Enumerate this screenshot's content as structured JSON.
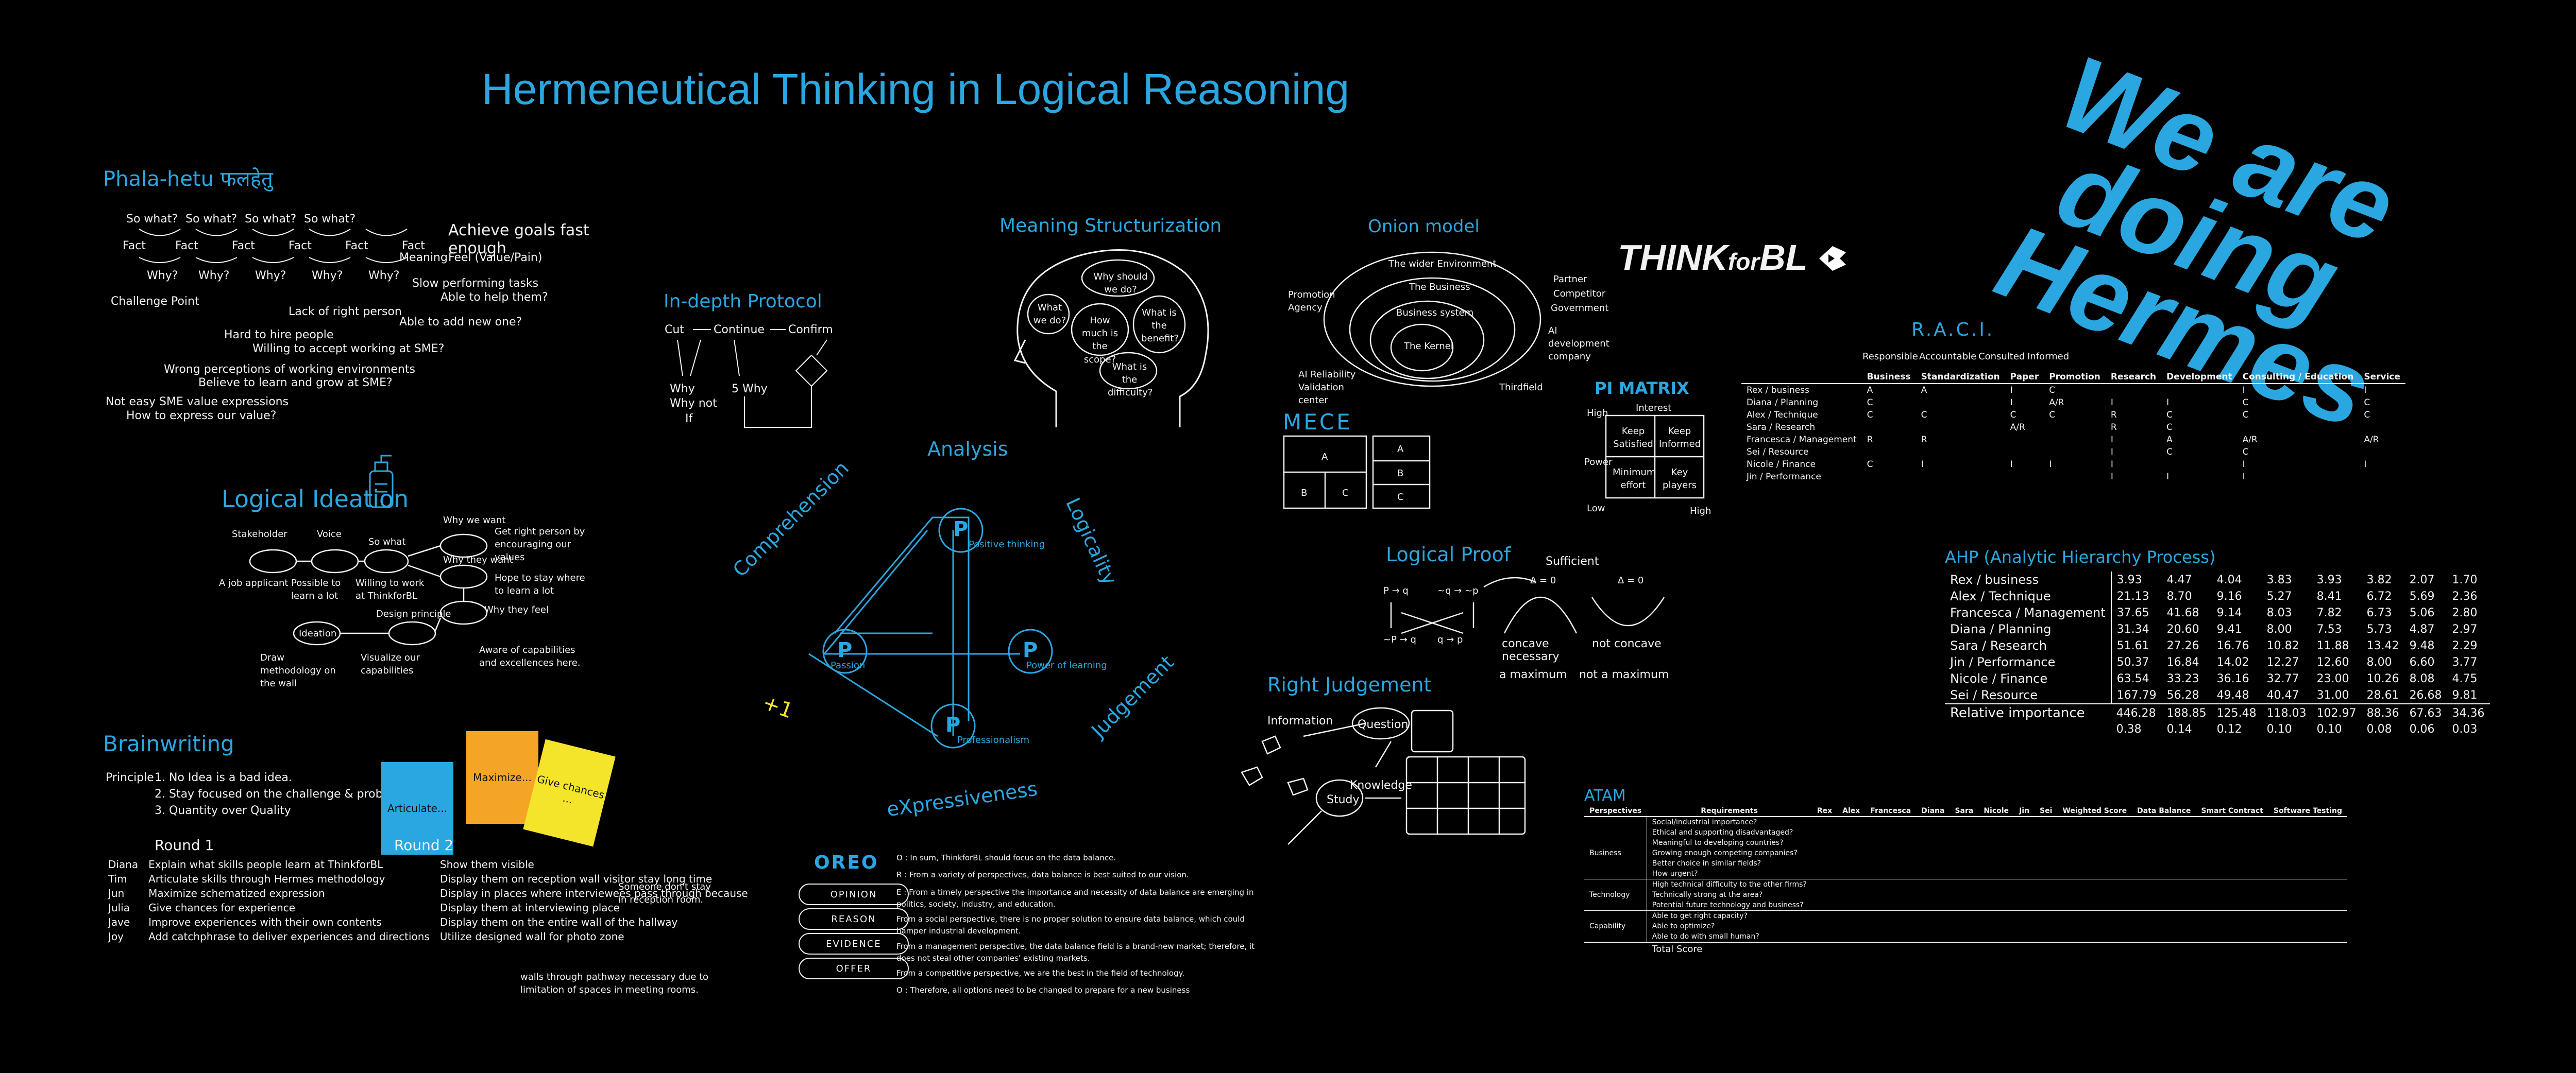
{
  "title": "Hermeneutical Thinking in Logical Reasoning",
  "slogan": [
    "We are",
    "doing",
    "Hermes"
  ],
  "brand": {
    "think": "THINK",
    "for": "for",
    "bl": "BL"
  },
  "phala_hetu": {
    "title": "Phala-hetu फलहेतु",
    "so_what": "So what?",
    "fact": "Fact",
    "why": "Why?",
    "meaning": "Meaning",
    "challenge_point": "Challenge Point",
    "goal": "Achieve goals fast enough",
    "feel": "Feel (Value/Pain)",
    "lines": [
      "Lack of right person",
      "Able to add new one?",
      "Slow performing tasks",
      "Able to help them?",
      "Hard to hire people",
      "Willing to accept working at SME?",
      "Wrong perceptions of working environments",
      "Believe to learn and grow at SME?",
      "Not easy SME value expressions",
      "How to express our value?"
    ]
  },
  "in_depth": {
    "title": "In-depth Protocol",
    "cut": "Cut",
    "continue": "Continue",
    "confirm": "Confirm",
    "why": "Why",
    "why_not": "Why not",
    "if": "If",
    "five_why": "5 Why"
  },
  "meaning_struct": {
    "title": "Meaning Structurization",
    "bubbles": [
      "Why should we do?",
      "What we do?",
      "How much is the scope?",
      "What is the benefit?",
      "What is the difficulty?"
    ]
  },
  "onion": {
    "title": "Onion model",
    "layers": [
      "The wider Environment",
      "The Business",
      "Business system",
      "The Kernel"
    ],
    "labels": [
      "Partner",
      "Competitor",
      "Government",
      "AI development company",
      "Promotion Agency",
      "AI Reliability Validation center",
      "Thirdfield"
    ]
  },
  "mece": {
    "title": "MECE",
    "cells": [
      "A",
      "B",
      "C",
      "A",
      "B",
      "C"
    ]
  },
  "pi_matrix": {
    "title": "PI MATRIX",
    "interest": "Interest",
    "power": "Power",
    "high": "High",
    "low": "Low",
    "cells": [
      "Keep Satisfied",
      "Keep Informed",
      "Minimum effort",
      "Key players"
    ]
  },
  "raci": {
    "title": "R.A.C.I.",
    "legend": [
      "Responsible",
      "Accountable",
      "Consulted",
      "Informed"
    ],
    "columns": [
      "",
      "Business",
      "Standardization",
      "Paper",
      "Promotion",
      "Research",
      "Development",
      "Consulting / Education",
      "Service"
    ],
    "rows": [
      [
        "Rex / business",
        "A",
        "A",
        "I",
        "C",
        "",
        "",
        "I",
        "I"
      ],
      [
        "Diana / Planning",
        "C",
        "",
        "I",
        "A/R",
        "I",
        "I",
        "C",
        "C"
      ],
      [
        "Alex / Technique",
        "C",
        "C",
        "C",
        "C",
        "R",
        "C",
        "C",
        "C"
      ],
      [
        "Sara / Research",
        "",
        "",
        "A/R",
        "",
        "R",
        "C",
        "",
        ""
      ],
      [
        "Francesca / Management",
        "R",
        "R",
        "",
        "",
        "I",
        "A",
        "A/R",
        "A/R"
      ],
      [
        "Sei / Resource",
        "",
        "",
        "",
        "",
        "I",
        "C",
        "C",
        ""
      ],
      [
        "Nicole / Finance",
        "C",
        "I",
        "I",
        "I",
        "I",
        "",
        "I",
        "I"
      ],
      [
        "Jin / Performance",
        "",
        "",
        "",
        "",
        "I",
        "I",
        "I",
        ""
      ]
    ]
  },
  "logical_ideation": {
    "title": "Logical Ideation",
    "nodes": [
      "Stakeholder",
      "Voice",
      "So what",
      "Why we want",
      "Why they want",
      "Why they feel",
      "Design principle",
      "Ideation"
    ],
    "notes": [
      "A job applicant",
      "Possible to learn a lot",
      "Willing to work at ThinkforBL",
      "Get right person by encouraging our values",
      "Hope to stay where to learn a lot",
      "Draw methodology on the wall",
      "Visualize our capabilities",
      "Aware of capabilities and excellences here."
    ]
  },
  "clpx": {
    "words": [
      "Analysis",
      "Logicality",
      "Judgement",
      "eXpressiveness",
      "Comprehension"
    ],
    "p_labels": [
      "Positive thinking",
      "Passion",
      "Power of learning",
      "Professionalism"
    ],
    "p_letter": "P",
    "plus_one": "+1"
  },
  "logical_proof": {
    "title": "Logical Proof",
    "sufficient": "Sufficient",
    "formulas": [
      "P → q",
      "~q → ~p",
      "~P → q",
      "q → p"
    ],
    "delta": "Δ = 0",
    "concave": "concave",
    "necessary": "necessary",
    "not_concave": "not concave",
    "max": "a maximum",
    "not_max": "not a maximum"
  },
  "ahp": {
    "title": "AHP (Analytic Hierarchy Process)",
    "rows": [
      [
        "Rex / business",
        "3.93",
        "4.47",
        "4.04",
        "3.83",
        "3.93",
        "3.82",
        "2.07",
        "1.70"
      ],
      [
        "Alex / Technique",
        "21.13",
        "8.70",
        "9.16",
        "5.27",
        "8.41",
        "6.72",
        "5.69",
        "2.36"
      ],
      [
        "Francesca / Management",
        "37.65",
        "41.68",
        "9.14",
        "8.03",
        "7.82",
        "6.73",
        "5.06",
        "2.80"
      ],
      [
        "Diana / Planning",
        "31.34",
        "20.60",
        "9.41",
        "8.00",
        "7.53",
        "5.73",
        "4.87",
        "2.97"
      ],
      [
        "Sara / Research",
        "51.61",
        "27.26",
        "16.76",
        "10.82",
        "11.88",
        "13.42",
        "9.48",
        "2.29"
      ],
      [
        "Jin / Performance",
        "50.37",
        "16.84",
        "14.02",
        "12.27",
        "12.60",
        "8.00",
        "6.60",
        "3.77"
      ],
      [
        "Nicole / Finance",
        "63.54",
        "33.23",
        "36.16",
        "32.77",
        "23.00",
        "10.26",
        "8.08",
        "4.75"
      ],
      [
        "Sei / Resource",
        "167.79",
        "56.28",
        "49.48",
        "40.47",
        "31.00",
        "28.61",
        "26.68",
        "9.81"
      ]
    ],
    "relative_label": "Relative importance",
    "relative": [
      "446.28",
      "188.85",
      "125.48",
      "118.03",
      "102.97",
      "88.36",
      "67.63",
      "34.36"
    ],
    "relative2": [
      "0.38",
      "0.14",
      "0.12",
      "0.10",
      "0.10",
      "0.08",
      "0.06",
      "0.03"
    ]
  },
  "right_judgement": {
    "title": "Right Judgement",
    "information": "Information",
    "question": "Question",
    "study": "Study",
    "knowledge": "Knowledge"
  },
  "brainwriting": {
    "title": "Brainwriting",
    "principle_label": "Principle",
    "principles": [
      "1. No Idea is a bad idea.",
      "2. Stay focused on the challenge & probability",
      "3. Quantity over Quality"
    ],
    "notes": [
      "Articulate...",
      "Maximize...",
      "Give chances ..."
    ],
    "round1": "Round 1",
    "round2": "Round 2",
    "rows": [
      [
        "Diana",
        "Explain what skills people learn at ThinkforBL",
        "Show them visible"
      ],
      [
        "Tim",
        "Articulate skills through Hermes methodology",
        "Display them on reception wall visitor stay long time"
      ],
      [
        "Jun",
        "Maximize schematized expression",
        "Display in places where interviewees pass through because"
      ],
      [
        "Julia",
        "Give chances for experience",
        "Display them at interviewing place"
      ],
      [
        "Jave",
        "Improve experiences with their own contents",
        "Display them on the entire wall of the hallway"
      ],
      [
        "Joy",
        "Add catchphrase to deliver experiences and directions",
        "Utilize designed wall for photo zone"
      ]
    ],
    "extra": [
      "Someone don't stay in reception room.",
      "walls through pathway necessary due to limitation of spaces in meeting rooms."
    ]
  },
  "oreo": {
    "title": "OREO",
    "stack": [
      "OPINION",
      "REASON",
      "EVIDENCE",
      "OFFER"
    ],
    "lines": [
      "O : In sum, ThinkforBL should focus on the data balance.",
      "R : From a variety of perspectives, data balance is best suited to our vision.",
      "E : From a timely perspective the importance and necessity of data balance are emerging in politics, society, industry, and education.",
      "From a social perspective, there is no proper solution to ensure data balance, which could hamper industrial development.",
      "From a management perspective, the data balance field is a brand-new market; therefore, it does not steal other companies' existing markets.",
      "From a competitive perspective, we are the best in the field of technology.",
      "O : Therefore, all options need to be changed to prepare for a new business"
    ]
  },
  "atam": {
    "title": "ATAM",
    "header": [
      "Perspectives",
      "Requirements",
      "Rex",
      "Alex",
      "Francesca",
      "Diana",
      "Sara",
      "Nicole",
      "Jin",
      "Sei",
      "Weighted Score",
      "Data Balance",
      "Smart Contract",
      "Software Testing"
    ],
    "groups": [
      {
        "name": "Business",
        "reqs": [
          "Social/industrial importance?",
          "Ethical and supporting disadvantaged?",
          "Meaningful to developing countries?",
          "Growing enough competing companies?",
          "Better choice in similar fields?",
          "How urgent?"
        ]
      },
      {
        "name": "Technology",
        "reqs": [
          "High technical difficulty to the other firms?",
          "Technically strong at the area?",
          "Potential future technology and business?"
        ]
      },
      {
        "name": "Capability",
        "reqs": [
          "Able to get right capacity?",
          "Able to optimize?",
          "Able to do with small human?"
        ]
      }
    ],
    "total": "Total Score"
  },
  "colors": {
    "accent": "#2aa7e0",
    "bg": "#000000",
    "ink": "#f2f2f2",
    "sticky_blue": "#2aa7e0",
    "sticky_orange": "#f4a526",
    "sticky_yellow": "#f5e52a"
  }
}
